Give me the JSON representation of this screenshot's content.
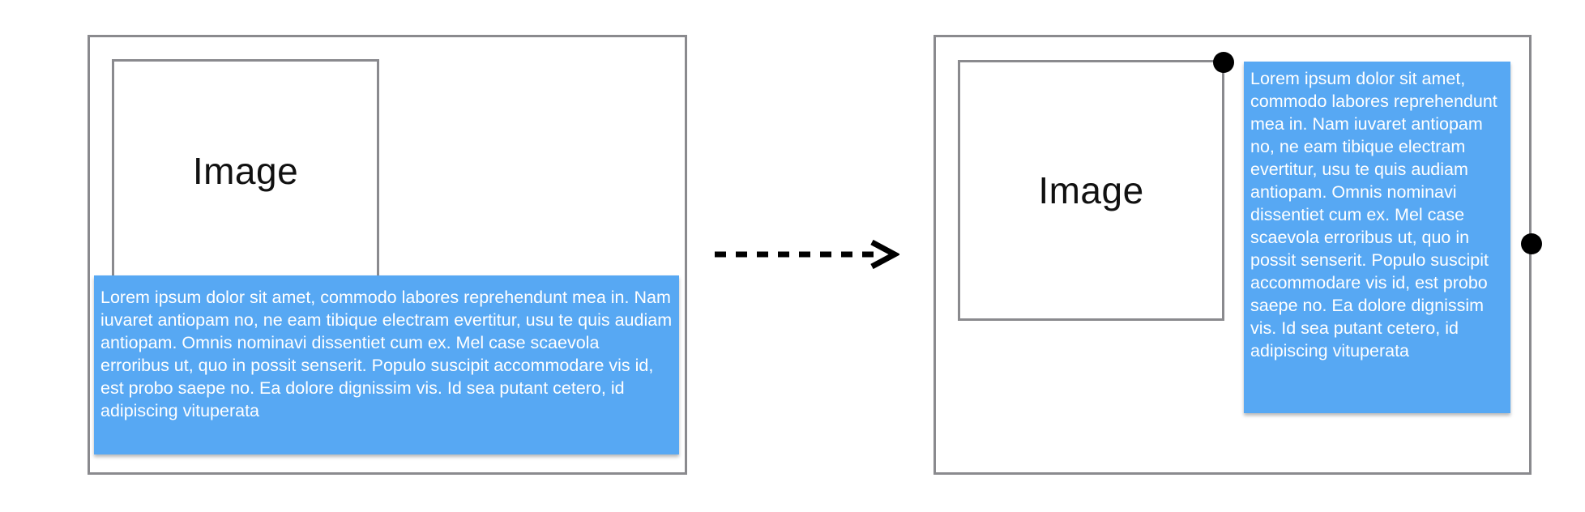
{
  "left_panel": {
    "image_label": "Image",
    "body_text": "Lorem ipsum dolor sit amet, commodo labores reprehendunt mea in. Nam iuvaret antiopam no, ne eam tibique electram evertitur, usu te quis audiam antiopam. Omnis nominavi dissentiet cum ex. Mel case scaevola erroribus ut, quo in possit senserit. Populo suscipit accommodare vis id, est probo saepe no. Ea dolore dignissim vis. Id sea putant cetero, id adipiscing vituperata"
  },
  "right_panel": {
    "image_label": "Image",
    "body_text": "Lorem ipsum dolor sit amet, commodo labores reprehendunt mea in. Nam iuvaret antiopam no, ne eam tibique electram evertitur, usu te quis audiam antiopam. Omnis nominavi dissentiet cum ex. Mel case scaevola erroribus ut, quo in possit senserit. Populo suscipit accommodare vis id, est probo saepe no. Ea dolore dignissim vis. Id sea putant cetero, id adipiscing vituperata"
  },
  "colors": {
    "frame_border": "#8a8a8e",
    "text_box_fill": "#57a8f3",
    "text_color": "#ffffff",
    "handle": "#000000",
    "arrow": "#000000"
  },
  "icons": {
    "arrow": "dashed-right-arrow-icon",
    "handle": "resize-handle-icon"
  }
}
